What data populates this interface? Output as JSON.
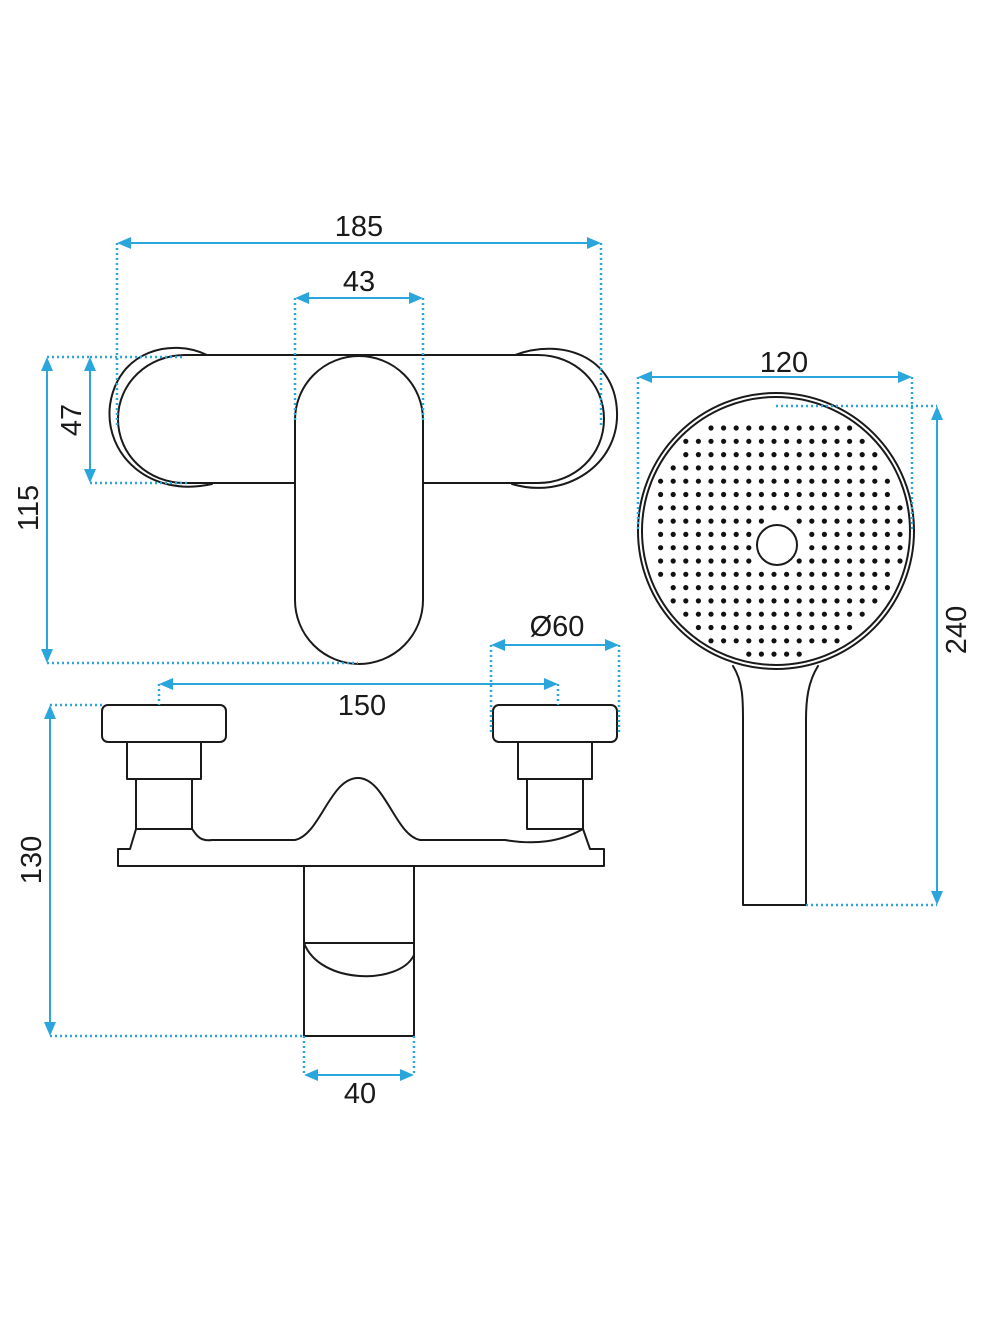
{
  "colors": {
    "dimension": "#2ba6dc",
    "outline": "#1a1a1a",
    "background": "#ffffff"
  },
  "dimensions": {
    "mixer_width": "185",
    "lever_width": "43",
    "wall_plate_height": "47",
    "total_height_top": "115",
    "handshower_diameter": "120",
    "handshower_length": "240",
    "escutcheon_diameter": "Ø60",
    "centre_distance": "150",
    "projection": "130",
    "spout_width": "40"
  }
}
